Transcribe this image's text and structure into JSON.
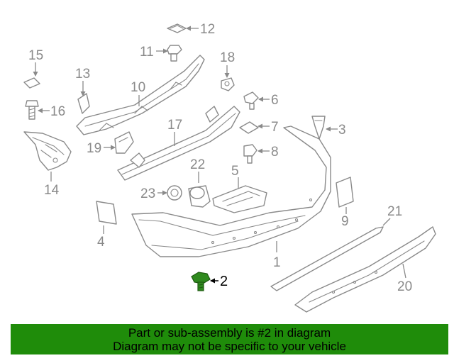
{
  "diagram": {
    "highlight_color": "#1f8c0a",
    "callouts": [
      {
        "id": "1",
        "label": "1"
      },
      {
        "id": "2",
        "label": "2"
      },
      {
        "id": "3",
        "label": "3"
      },
      {
        "id": "4",
        "label": "4"
      },
      {
        "id": "5",
        "label": "5"
      },
      {
        "id": "6",
        "label": "6"
      },
      {
        "id": "7",
        "label": "7"
      },
      {
        "id": "8",
        "label": "8"
      },
      {
        "id": "9",
        "label": "9"
      },
      {
        "id": "10",
        "label": "10"
      },
      {
        "id": "11",
        "label": "11"
      },
      {
        "id": "12",
        "label": "12"
      },
      {
        "id": "13",
        "label": "13"
      },
      {
        "id": "14",
        "label": "14"
      },
      {
        "id": "15",
        "label": "15"
      },
      {
        "id": "16",
        "label": "16"
      },
      {
        "id": "17",
        "label": "17"
      },
      {
        "id": "18",
        "label": "18"
      },
      {
        "id": "19",
        "label": "19"
      },
      {
        "id": "20",
        "label": "20"
      },
      {
        "id": "21",
        "label": "21"
      },
      {
        "id": "22",
        "label": "22"
      },
      {
        "id": "23",
        "label": "23"
      }
    ]
  },
  "banner": {
    "line1": "Part or sub-assembly is #2 in diagram",
    "line2": "Diagram may not be specific to your vehicle",
    "background": "#1f8c0a"
  }
}
